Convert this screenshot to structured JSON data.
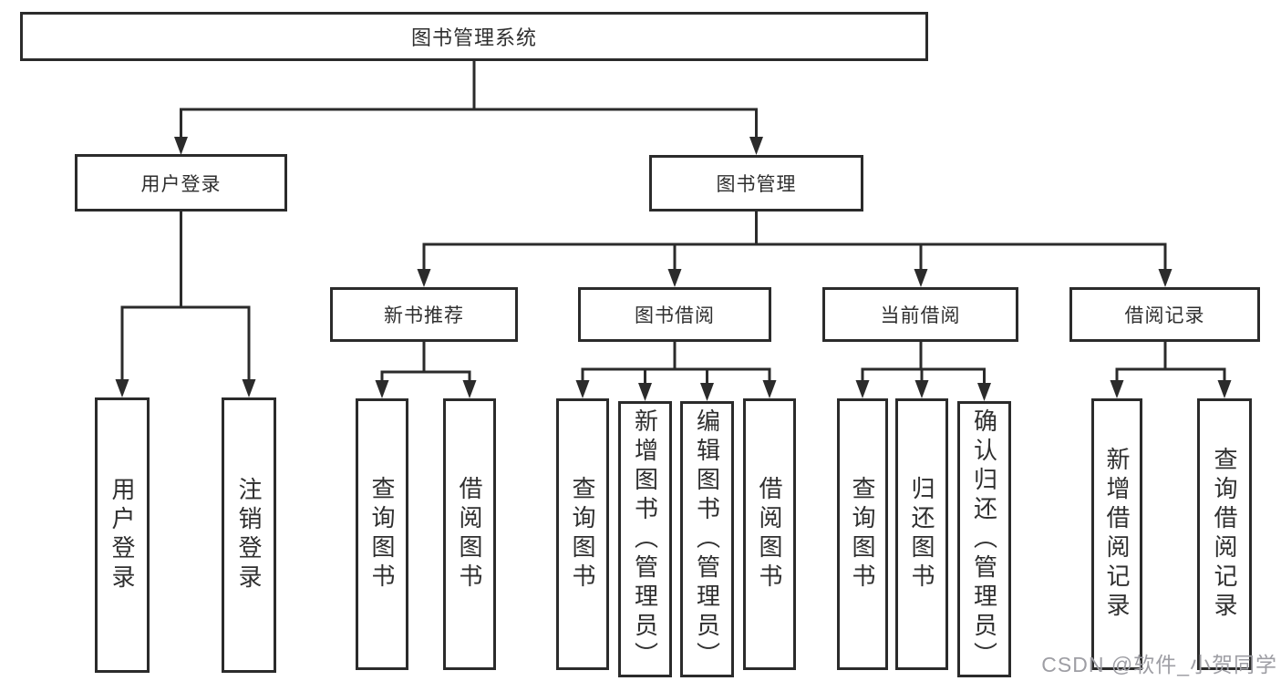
{
  "diagram": {
    "root": {
      "label": "图书管理系统"
    },
    "branches": [
      {
        "label": "用户登录",
        "children": [
          {
            "label": "用户登录"
          },
          {
            "label": "注销登录"
          }
        ]
      },
      {
        "label": "图书管理",
        "children": [
          {
            "label": "新书推荐",
            "children": [
              {
                "label": "查询图书"
              },
              {
                "label": "借阅图书"
              }
            ]
          },
          {
            "label": "图书借阅",
            "children": [
              {
                "label": "查询图书"
              },
              {
                "label": "新增图书（管理员）"
              },
              {
                "label": "编辑图书（管理员）"
              },
              {
                "label": "借阅图书"
              }
            ]
          },
          {
            "label": "当前借阅",
            "children": [
              {
                "label": "查询图书"
              },
              {
                "label": "归还图书"
              },
              {
                "label": "确认归还（管理员）"
              }
            ]
          },
          {
            "label": "借阅记录",
            "children": [
              {
                "label": "新增借阅记录"
              },
              {
                "label": "查询借阅记录"
              }
            ]
          }
        ]
      }
    ]
  },
  "watermark": {
    "text": "CSDN @软件_小贺同学"
  },
  "colors": {
    "background": "#ffffff",
    "box_border": "#2b2b2b",
    "connector": "#2b2b2b",
    "text": "#2f2f2f",
    "watermark": "#9e9ea4"
  }
}
